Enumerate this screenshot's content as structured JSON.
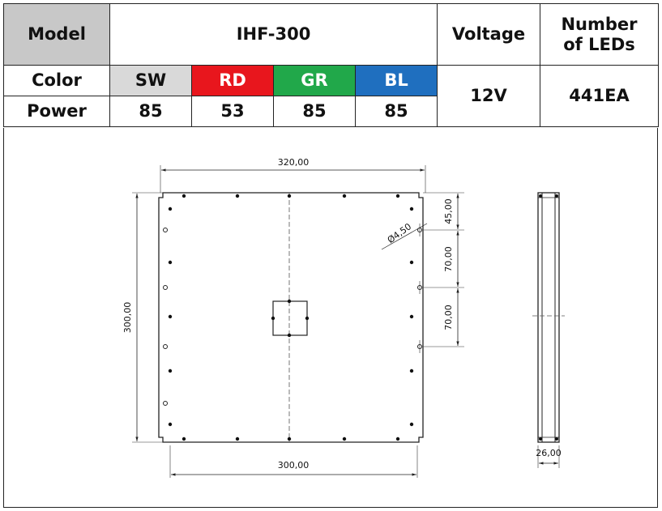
{
  "table": {
    "model_label": "Model",
    "model_value": "IHF-300",
    "voltage_label": "Voltage",
    "leds_label_line1": "Number",
    "leds_label_line2": "of LEDs",
    "color_label": "Color",
    "power_label": "Power",
    "colors": [
      "SW",
      "RD",
      "GR",
      "BL"
    ],
    "powers": [
      "85",
      "53",
      "85",
      "85"
    ],
    "voltage_value": "12V",
    "leds_value": "441EA",
    "color_fills": {
      "SW": "#d9d9d9",
      "RD": "#e8161d",
      "GR": "#21a84a",
      "BL": "#1f6fbf"
    }
  },
  "drawing": {
    "dim_top_width": "320,00",
    "dim_bottom_width": "300,00",
    "dim_height": "300,00",
    "dim_hole": "Ø4,50",
    "dim_right_1": "45,00",
    "dim_right_2": "70,00",
    "dim_right_3": "70,00",
    "dim_side_depth": "26,00"
  }
}
